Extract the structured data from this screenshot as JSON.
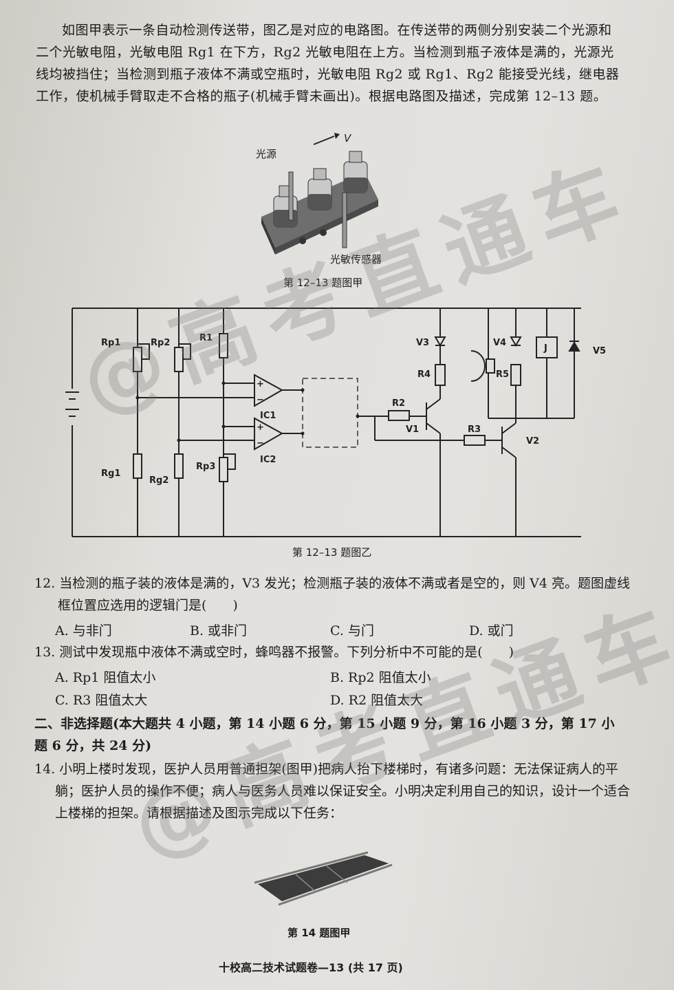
{
  "intro": "如图甲表示一条自动检测传送带，图乙是对应的电路图。在传送带的两侧分别安装二个光源和二个光敏电阻，光敏电阻 Rg1 在下方，Rg2 光敏电阻在上方。当检测到瓶子液体是满的，光源光线均被挡住；当检测到瓶子液体不满或空瓶时，光敏电阻 Rg2 或 Rg1、Rg2 能接受光线，继电器工作，使机械手臂取走不合格的瓶子(机械手臂未画出)。根据电路图及描述，完成第 12–13 题。",
  "fig1": {
    "light_label": "光源",
    "v_label": "V",
    "sensor_label": "光敏传感器",
    "caption": "第 12–13 题图甲"
  },
  "fig2": {
    "caption": "第 12–13 题图乙",
    "labels": {
      "rp1": "Rp1",
      "rp2": "Rp2",
      "r1": "R1",
      "ic1": "IC1",
      "ic2": "IC2",
      "rg1": "Rg1",
      "rg2": "Rg2",
      "rp3": "Rp3",
      "r2": "R2",
      "v1": "V1",
      "r3": "R3",
      "v2": "V2",
      "v3": "V3",
      "r4": "R4",
      "v4": "V4",
      "r5": "R5",
      "j": "J",
      "v5": "V5",
      "plus": "+",
      "minus": "−"
    }
  },
  "q12": {
    "stem": "12. 当检测的瓶子装的液体是满的，V3 发光；检测瓶子装的液体不满或者是空的，则 V4 亮。题图虚线框位置应选用的逻辑门是(　　)",
    "a": "A. 与非门",
    "b": "B. 或非门",
    "c": "C. 与门",
    "d": "D. 或门"
  },
  "q13": {
    "stem": "13. 测试中发现瓶中液体不满或空时，蜂鸣器不报警。下列分析中不可能的是(　　)",
    "a": "A. Rp1 阻值太小",
    "b": "B. Rp2 阻值太小",
    "c": "C. R3 阻值太大",
    "d": "D. R2 阻值太大"
  },
  "section2": "二、非选择题(本大题共 4 小题，第 14 小题 6 分，第 15 小题 9 分，第 16 小题 3 分，第 17 小题 6 分，共 24 分)",
  "q14": {
    "stem": "14. 小明上楼时发现，医护人员用普通担架(图甲)把病人抬下楼梯时，有诸多问题：无法保证病人的平躺；医护人员的操作不便；病人与医务人员难以保证安全。小明决定利用自己的知识，设计一个适合上楼梯的担架。请根据描述及图示完成以下任务：",
    "caption": "第 14 题图甲"
  },
  "footer": "十校高二技术试题卷—13 (共 17 页)",
  "watermark": "@高考直通车"
}
